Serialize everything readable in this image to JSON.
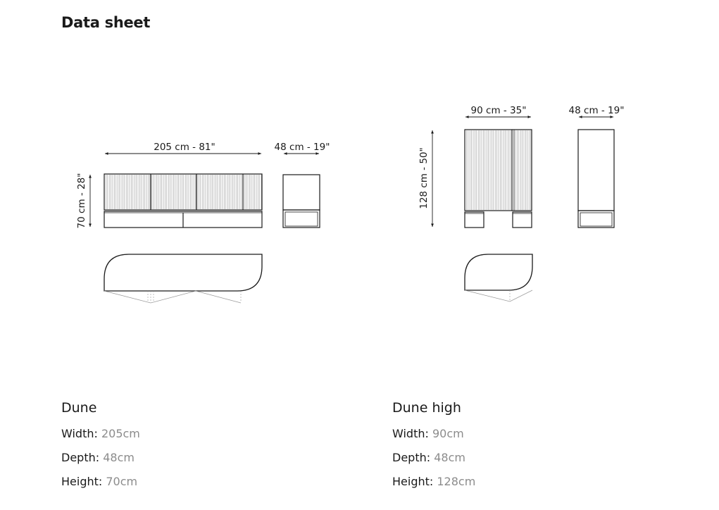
{
  "page": {
    "title": "Data sheet"
  },
  "drawings": {
    "dune": {
      "width_label": "205 cm - 81\"",
      "depth_label": "48 cm - 19\"",
      "height_label": "70 cm - 28\""
    },
    "dune_high": {
      "width_label": "90 cm - 35\"",
      "depth_label": "48 cm - 19\"",
      "height_label": "128 cm - 50\""
    }
  },
  "products": [
    {
      "name": "Dune",
      "specs": [
        {
          "label": "Width:",
          "value": "205cm"
        },
        {
          "label": "Depth:",
          "value": "48cm"
        },
        {
          "label": "Height:",
          "value": "70cm"
        }
      ]
    },
    {
      "name": "Dune high",
      "specs": [
        {
          "label": "Width:",
          "value": "90cm"
        },
        {
          "label": "Depth:",
          "value": "48cm"
        },
        {
          "label": "Height:",
          "value": "128cm"
        }
      ]
    }
  ],
  "colors": {
    "line": "#1a1a1a",
    "hatch": "#9a9a9a",
    "value_text": "#8c8c8c"
  }
}
